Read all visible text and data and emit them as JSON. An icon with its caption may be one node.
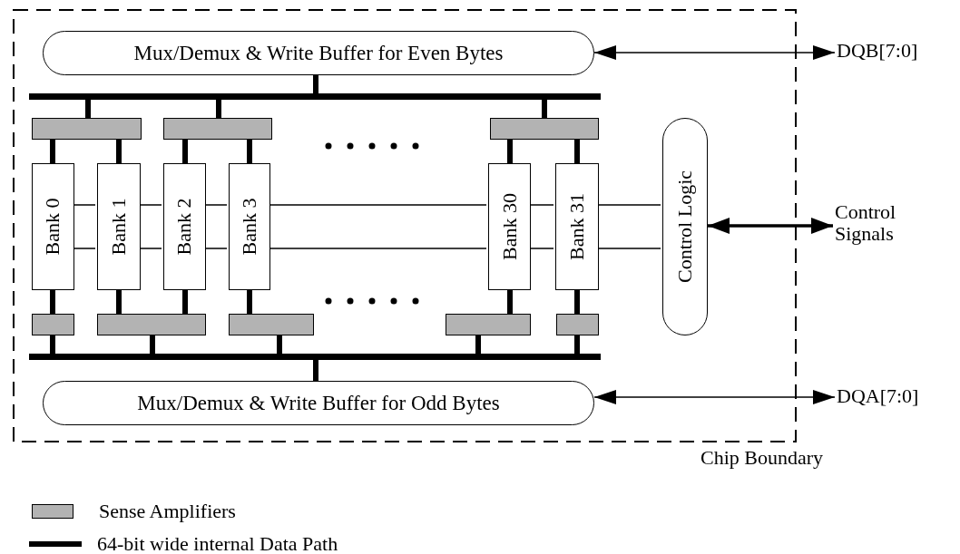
{
  "diagram": {
    "nodes": [
      {
        "text": [
          "Chip Boundary"
        ]
      },
      {
        "text": [
          "Mux/Demux & Write Buffer for Even Bytes"
        ],
        "in": 0
      },
      {
        "text": [],
        "shape": "bar",
        "in": 0
      },
      {
        "text": [],
        "shape": "bar",
        "in": 0
      },
      {
        "text": [],
        "shape": "bar",
        "in": 0
      },
      {
        "text": [],
        "shape": "bar",
        "in": 0
      },
      {
        "text": [
          "Bank 0"
        ],
        "in": 0
      },
      {
        "text": [
          "Bank 1"
        ],
        "in": 0
      },
      {
        "text": [
          "Bank 2"
        ],
        "in": 0
      },
      {
        "text": [
          "Bank 3"
        ],
        "in": 0
      },
      {
        "text": [
          "Bank 30"
        ],
        "in": 0
      },
      {
        "text": [
          "Bank 31"
        ],
        "in": 0
      },
      {
        "text": [
          "Control Logic"
        ],
        "in": 0
      },
      {
        "text": [],
        "shape": "bar",
        "in": 0
      },
      {
        "text": [],
        "shape": "bar",
        "in": 0
      },
      {
        "text": [],
        "shape": "bar",
        "in": 0
      },
      {
        "text": [],
        "shape": "bar",
        "in": 0
      },
      {
        "text": [],
        "shape": "bar",
        "in": 0
      },
      {
        "text": [],
        "shape": "bar",
        "in": 0
      },
      {
        "text": [
          "Mux/Demux & Write Buffer for Odd Bytes"
        ],
        "in": 0
      },
      {
        "text": [
          "DQB[7:0]"
        ]
      },
      {
        "text": [
          "Control Signals"
        ]
      },
      {
        "text": [
          "DQA[7:0]"
        ]
      }
    ],
    "edges": [
      {
        "from": 1,
        "to": 2,
        "arrow": "none"
      },
      {
        "from": 2,
        "to": 3,
        "arrow": "none"
      },
      {
        "from": 2,
        "to": 4,
        "arrow": "none"
      },
      {
        "from": 2,
        "to": 5,
        "arrow": "none"
      },
      {
        "from": 3,
        "to": 6,
        "arrow": "none"
      },
      {
        "from": 3,
        "to": 7,
        "arrow": "none"
      },
      {
        "from": 4,
        "to": 8,
        "arrow": "none"
      },
      {
        "from": 4,
        "to": 9,
        "arrow": "none"
      },
      {
        "from": 5,
        "to": 10,
        "arrow": "none"
      },
      {
        "from": 5,
        "to": 11,
        "arrow": "none"
      },
      {
        "from": 6,
        "to": 7,
        "arrow": "none"
      },
      {
        "from": 6,
        "to": 7,
        "arrow": "none"
      },
      {
        "from": 7,
        "to": 8,
        "arrow": "none"
      },
      {
        "from": 7,
        "to": 8,
        "arrow": "none"
      },
      {
        "from": 8,
        "to": 9,
        "arrow": "none"
      },
      {
        "from": 8,
        "to": 9,
        "arrow": "none"
      },
      {
        "from": 9,
        "to": 10,
        "arrow": "none"
      },
      {
        "from": 9,
        "to": 10,
        "arrow": "none"
      },
      {
        "from": 10,
        "to": 11,
        "arrow": "none"
      },
      {
        "from": 10,
        "to": 11,
        "arrow": "none"
      },
      {
        "from": 11,
        "to": 12,
        "arrow": "none"
      },
      {
        "from": 11,
        "to": 12,
        "arrow": "none"
      },
      {
        "from": 6,
        "to": 13,
        "arrow": "none"
      },
      {
        "from": 7,
        "to": 14,
        "arrow": "none"
      },
      {
        "from": 8,
        "to": 14,
        "arrow": "none"
      },
      {
        "from": 9,
        "to": 15,
        "arrow": "none"
      },
      {
        "from": 10,
        "to": 16,
        "arrow": "none"
      },
      {
        "from": 11,
        "to": 17,
        "arrow": "none"
      },
      {
        "from": 13,
        "to": 18,
        "arrow": "none"
      },
      {
        "from": 14,
        "to": 18,
        "arrow": "none"
      },
      {
        "from": 15,
        "to": 18,
        "arrow": "none"
      },
      {
        "from": 16,
        "to": 18,
        "arrow": "none"
      },
      {
        "from": 17,
        "to": 18,
        "arrow": "none"
      },
      {
        "from": 18,
        "to": 19,
        "arrow": "none"
      },
      {
        "from": 1,
        "to": 20,
        "arrow": "both"
      },
      {
        "from": 12,
        "to": 21,
        "arrow": "both"
      },
      {
        "from": 19,
        "to": 22,
        "arrow": "both"
      }
    ],
    "legend": [
      {
        "text": "Sense Amplifiers",
        "color": "#b3b3b3"
      },
      {
        "text": "64-bit wide internal Data Path"
      }
    ]
  }
}
